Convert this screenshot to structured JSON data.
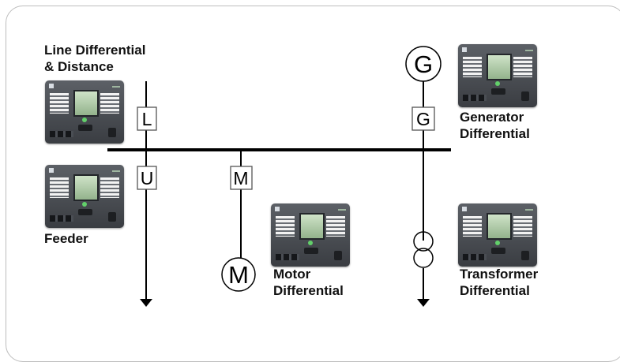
{
  "labels": {
    "line_differential": [
      "Line Differential",
      "& Distance"
    ],
    "feeder": "Feeder",
    "motor_differential": [
      "Motor",
      "Differential"
    ],
    "generator_differential": [
      "Generator",
      "Differential"
    ],
    "transformer_differential": [
      "Transformer",
      "Differential"
    ]
  },
  "symbols": {
    "line_box": "L",
    "feeder_box": "U",
    "motor_box": "M",
    "generator_box": "G",
    "generator_circle": "G",
    "motor_circle": "M"
  },
  "colors": {
    "line": "#000000",
    "box_border": "#555555",
    "panel_border": "#bdbdbd"
  }
}
